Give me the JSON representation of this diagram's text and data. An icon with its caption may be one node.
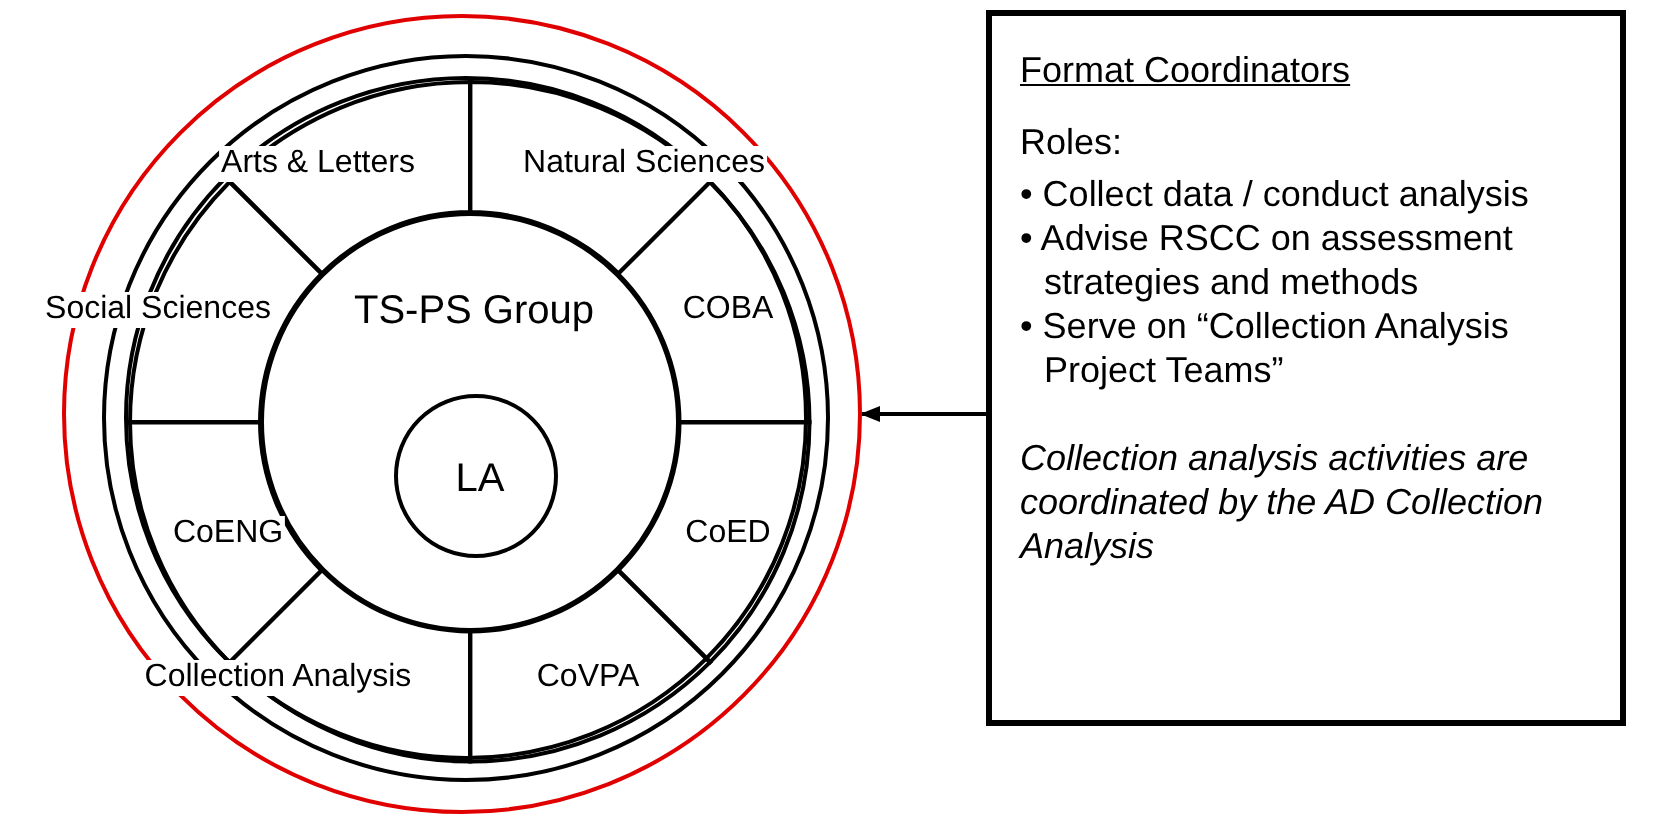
{
  "diagram": {
    "nodes": [
      {
        "text": [],
        "shape": "circle"
      },
      {
        "text": [],
        "shape": "circle",
        "in": 0
      },
      {
        "text": [
          "TS-PS Group"
        ],
        "in": 1
      },
      {
        "text": [
          "LA"
        ],
        "in": 2
      },
      {
        "text": [
          "Arts & Letters"
        ],
        "in": 1
      },
      {
        "text": [
          "Natural Sciences"
        ],
        "in": 1
      },
      {
        "text": [
          "Social Sciences"
        ],
        "in": 1
      },
      {
        "text": [
          "COBA"
        ],
        "in": 1
      },
      {
        "text": [
          "CoENG"
        ],
        "in": 1
      },
      {
        "text": [
          "CoED"
        ],
        "in": 1
      },
      {
        "text": [
          "Collection Analysis"
        ],
        "in": 1
      },
      {
        "text": [
          "CoVPA"
        ],
        "in": 1
      },
      {
        "text": [
          "Format Coordinators",
          "Roles:",
          "• Collect data / conduct analysis",
          "• Advise RSCC on assessment strategies and methods",
          "• Serve on “Collection Analysis Project Teams”",
          "Collection analysis activities are coordinated by the AD Collection Analysis"
        ]
      }
    ],
    "edges": [
      {
        "from": 12,
        "to": 0,
        "arrow": "to"
      }
    ]
  }
}
